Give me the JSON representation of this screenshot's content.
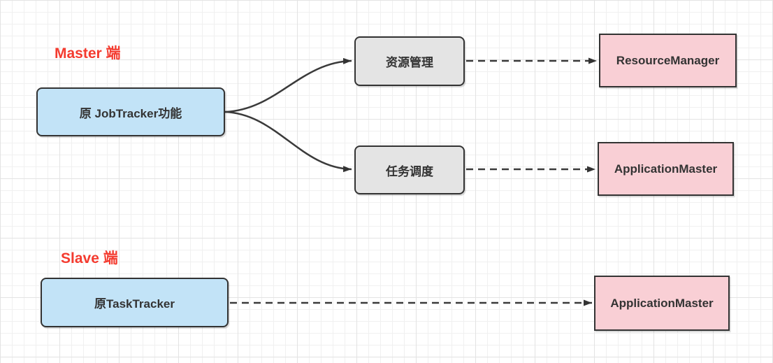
{
  "canvas": {
    "section_labels": [
      {
        "id": "master",
        "text": "Master 端"
      },
      {
        "id": "slave",
        "text": "Slave 端"
      }
    ],
    "nodes": [
      {
        "id": "jobtracker",
        "label": "原 JobTracker功能",
        "style": "blue"
      },
      {
        "id": "resource-mgmt",
        "label": "资源管理",
        "style": "gray"
      },
      {
        "id": "task-sched",
        "label": "任务调度",
        "style": "gray"
      },
      {
        "id": "resource-manager",
        "label": "ResourceManager",
        "style": "pink"
      },
      {
        "id": "app-master-top",
        "label": "ApplicationMaster",
        "style": "pink"
      },
      {
        "id": "tasktracker",
        "label": "原TaskTracker",
        "style": "blue"
      },
      {
        "id": "app-master-bottom",
        "label": "ApplicationMaster",
        "style": "pink"
      }
    ],
    "edges": [
      {
        "from": "原 JobTracker功能",
        "to": "资源管理",
        "line": "solid-curved-arrow"
      },
      {
        "from": "原 JobTracker功能",
        "to": "任务调度",
        "line": "solid-curved-arrow"
      },
      {
        "from": "资源管理",
        "to": "ResourceManager",
        "line": "dashed-arrow"
      },
      {
        "from": "任务调度",
        "to": "ApplicationMaster",
        "line": "dashed-arrow"
      },
      {
        "from": "原TaskTracker",
        "to": "ApplicationMaster",
        "line": "dashed-arrow"
      }
    ]
  },
  "colors": {
    "blue_fill": "#C2E3F7",
    "gray_fill": "#E4E4E4",
    "pink_fill": "#F9CFD5",
    "node_border": "#333333",
    "node_text": "#333333",
    "section_label": "#F43B2F",
    "arrow": "#3A3A3A"
  }
}
